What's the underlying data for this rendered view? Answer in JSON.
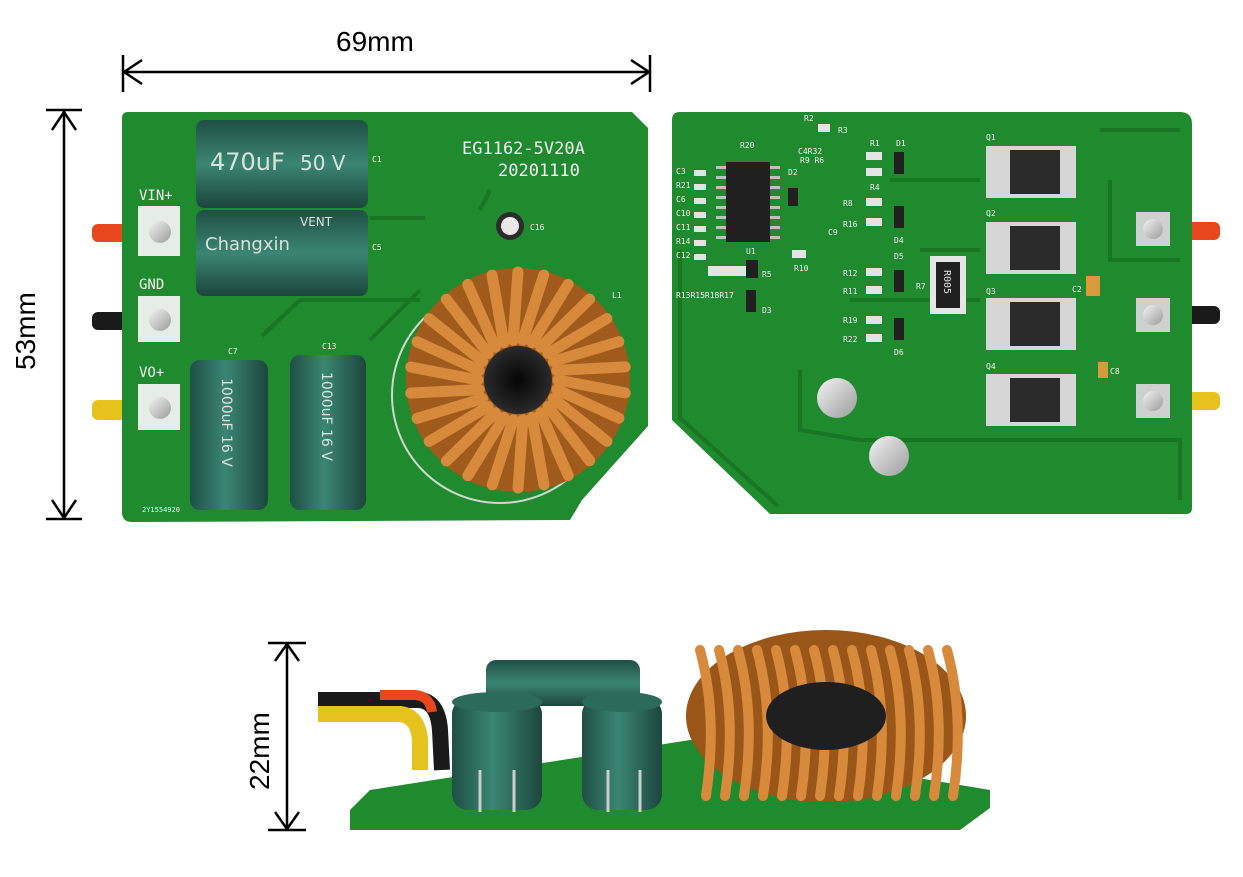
{
  "dimensions": {
    "width": "69mm",
    "height": "53mm",
    "thickness": "22mm"
  },
  "board": {
    "model": "EG1162-5V20A",
    "date": "20201110",
    "pads": [
      "VIN+",
      "GND",
      "VO+"
    ],
    "serial": "2Y1554920"
  },
  "components": {
    "cap_top_1": "470uF",
    "cap_top_1_v": "50 V",
    "cap_top_2": "Changxin",
    "cap_top_2_sub": "VENT",
    "cap_bottom": "1000uF 16 V",
    "cap_labels": [
      "C1",
      "C5",
      "C7",
      "C13",
      "C16",
      "L1"
    ],
    "back_labels": [
      "R2",
      "R3",
      "R20",
      "C4R32",
      "R9 R6",
      "D2",
      "R1",
      "D1",
      "R4",
      "R8",
      "R16",
      "D4",
      "C9",
      "R10",
      "R5",
      "D3",
      "R12",
      "R11",
      "D5",
      "R19",
      "R22",
      "D6",
      "R7",
      "R005",
      "Q1",
      "Q2",
      "Q3",
      "Q4",
      "C2",
      "C8",
      "U1",
      "C3",
      "R21",
      "C6",
      "C10",
      "C11",
      "R14",
      "C12",
      "R13R15R18R17"
    ]
  },
  "colors": {
    "pcb": "#1f8a2e",
    "pcb_dark": "#177524",
    "copper": "#c8782f",
    "cap_body": "#2c6b5c",
    "wire_red": "#e8461c",
    "wire_black": "#1a1a1a",
    "wire_yellow": "#e6c21c"
  }
}
